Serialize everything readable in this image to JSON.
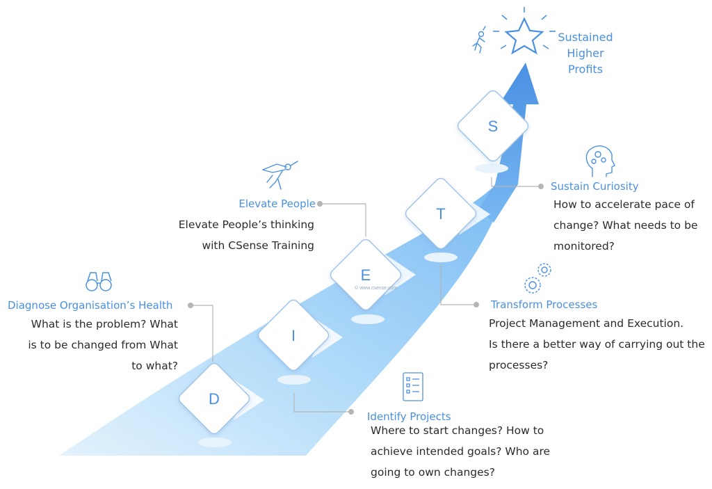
{
  "goal": {
    "title": [
      "Sustained",
      "Higher",
      "Profits"
    ]
  },
  "steps": [
    {
      "letter": "D",
      "title": "Diagnose Organisation’s Health",
      "lines": [
        "What is the problem? What",
        "is to be changed from What",
        "to what?"
      ]
    },
    {
      "letter": "I",
      "title": "Identify Projects",
      "lines": [
        "Where to start changes? How to",
        "achieve intended goals? Who are",
        "going to own changes?"
      ]
    },
    {
      "letter": "E",
      "title": "Elevate People",
      "lines": [
        "Elevate  People’s thinking",
        "with CSense Training"
      ]
    },
    {
      "letter": "T",
      "title": "Transform Processes",
      "lines": [
        "Project Management and Execution.",
        "Is there a better way of carrying out the",
        "processes?"
      ]
    },
    {
      "letter": "S",
      "title": "Sustain Curiosity",
      "lines": [
        "How to accelerate pace of",
        "change? What needs to be",
        "monitored?"
      ]
    }
  ],
  "watermark": "© www.csense.com",
  "colors": {
    "accent": "#4a90e2",
    "path_light": "#d6ecfc",
    "path_mid": "#90cdf7",
    "arrow": "#4a90e2",
    "diamond_border": "#9fc2ea",
    "text": "#2b2b2b",
    "connector": "#b5b5b5"
  },
  "icons": [
    "star-icon",
    "jumping-person-icon",
    "superhero-icon",
    "head-gears-icon",
    "binoculars-icon",
    "gears-icon",
    "checklist-icon"
  ]
}
